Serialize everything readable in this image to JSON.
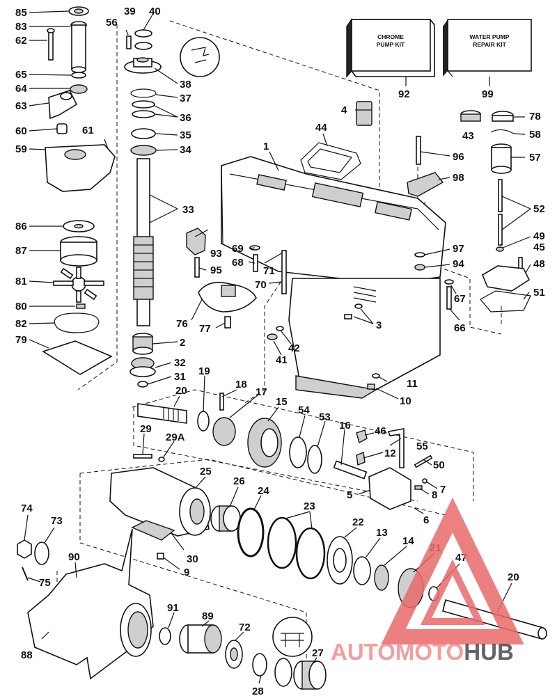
{
  "callouts": [
    {
      "id": "c85",
      "text": "85"
    },
    {
      "id": "c83",
      "text": "83"
    },
    {
      "id": "c62",
      "text": "62"
    },
    {
      "id": "c65",
      "text": "65"
    },
    {
      "id": "c64",
      "text": "64"
    },
    {
      "id": "c63",
      "text": "63"
    },
    {
      "id": "c60",
      "text": "60"
    },
    {
      "id": "c61",
      "text": "61"
    },
    {
      "id": "c59",
      "text": "59"
    },
    {
      "id": "c86",
      "text": "86"
    },
    {
      "id": "c87",
      "text": "87"
    },
    {
      "id": "c81",
      "text": "81"
    },
    {
      "id": "c80",
      "text": "80"
    },
    {
      "id": "c82",
      "text": "82"
    },
    {
      "id": "c79",
      "text": "79"
    },
    {
      "id": "c56",
      "text": "56"
    },
    {
      "id": "c39",
      "text": "39"
    },
    {
      "id": "c40",
      "text": "40"
    },
    {
      "id": "c38",
      "text": "38"
    },
    {
      "id": "c37",
      "text": "37"
    },
    {
      "id": "c36",
      "text": "36"
    },
    {
      "id": "c35",
      "text": "35"
    },
    {
      "id": "c34",
      "text": "34"
    },
    {
      "id": "c33",
      "text": "33"
    },
    {
      "id": "c93",
      "text": "93"
    },
    {
      "id": "c95",
      "text": "95"
    },
    {
      "id": "c69",
      "text": "69"
    },
    {
      "id": "c68",
      "text": "68"
    },
    {
      "id": "c71",
      "text": "71"
    },
    {
      "id": "c70",
      "text": "70"
    },
    {
      "id": "c76",
      "text": "76"
    },
    {
      "id": "c77",
      "text": "77"
    },
    {
      "id": "c2",
      "text": "2"
    },
    {
      "id": "c32",
      "text": "32"
    },
    {
      "id": "c31",
      "text": "31"
    },
    {
      "id": "c20a",
      "text": "20"
    },
    {
      "id": "c19",
      "text": "19"
    },
    {
      "id": "c18",
      "text": "18"
    },
    {
      "id": "c17",
      "text": "17"
    },
    {
      "id": "c15",
      "text": "15"
    },
    {
      "id": "c54",
      "text": "54"
    },
    {
      "id": "c53",
      "text": "53"
    },
    {
      "id": "c16",
      "text": "16"
    },
    {
      "id": "c46",
      "text": "46"
    },
    {
      "id": "c55",
      "text": "55"
    },
    {
      "id": "c12",
      "text": "12"
    },
    {
      "id": "c50",
      "text": "50"
    },
    {
      "id": "c29",
      "text": "29"
    },
    {
      "id": "c29a",
      "text": "29A"
    },
    {
      "id": "c25",
      "text": "25"
    },
    {
      "id": "c26",
      "text": "26"
    },
    {
      "id": "c24",
      "text": "24"
    },
    {
      "id": "c23",
      "text": "23"
    },
    {
      "id": "c22",
      "text": "22"
    },
    {
      "id": "c13",
      "text": "13"
    },
    {
      "id": "c14",
      "text": "14"
    },
    {
      "id": "c21",
      "text": "21"
    },
    {
      "id": "c47",
      "text": "47"
    },
    {
      "id": "c20b",
      "text": "20"
    },
    {
      "id": "c5",
      "text": "5"
    },
    {
      "id": "c7",
      "text": "7"
    },
    {
      "id": "c8",
      "text": "8"
    },
    {
      "id": "c6",
      "text": "6"
    },
    {
      "id": "c74",
      "text": "74"
    },
    {
      "id": "c73",
      "text": "73"
    },
    {
      "id": "c75",
      "text": "75"
    },
    {
      "id": "c90",
      "text": "90"
    },
    {
      "id": "c30",
      "text": "30"
    },
    {
      "id": "c9",
      "text": "9"
    },
    {
      "id": "c88",
      "text": "88"
    },
    {
      "id": "c91",
      "text": "91"
    },
    {
      "id": "c89",
      "text": "89"
    },
    {
      "id": "c72",
      "text": "72"
    },
    {
      "id": "c28",
      "text": "28"
    },
    {
      "id": "c27",
      "text": "27"
    },
    {
      "id": "c1",
      "text": "1"
    },
    {
      "id": "c4",
      "text": "4"
    },
    {
      "id": "c44",
      "text": "44"
    },
    {
      "id": "c92",
      "text": "92"
    },
    {
      "id": "c99",
      "text": "99"
    },
    {
      "id": "c43",
      "text": "43"
    },
    {
      "id": "c78",
      "text": "78"
    },
    {
      "id": "c58",
      "text": "58"
    },
    {
      "id": "c96",
      "text": "96"
    },
    {
      "id": "c57",
      "text": "57"
    },
    {
      "id": "c98",
      "text": "98"
    },
    {
      "id": "c52",
      "text": "52"
    },
    {
      "id": "c49",
      "text": "49"
    },
    {
      "id": "c45",
      "text": "45"
    },
    {
      "id": "c97",
      "text": "97"
    },
    {
      "id": "c94",
      "text": "94"
    },
    {
      "id": "c48",
      "text": "48"
    },
    {
      "id": "c51",
      "text": "51"
    },
    {
      "id": "c67",
      "text": "67"
    },
    {
      "id": "c66",
      "text": "66"
    },
    {
      "id": "c3",
      "text": "3"
    },
    {
      "id": "c42",
      "text": "42"
    },
    {
      "id": "c41",
      "text": "41"
    },
    {
      "id": "c11",
      "text": "11"
    },
    {
      "id": "c10",
      "text": "10"
    }
  ],
  "kits": {
    "chrome_pump": [
      "CHROME",
      "PUMP KIT"
    ],
    "water_pump_repair": [
      "WATER PUMP",
      "REPAIR KIT"
    ]
  },
  "watermark": {
    "part1": "AUTOMOTO",
    "part2": "HUB",
    "colors": {
      "accent": "#f08e8e",
      "dark": "#4a4a4a",
      "logo": "#e96b6b"
    }
  }
}
